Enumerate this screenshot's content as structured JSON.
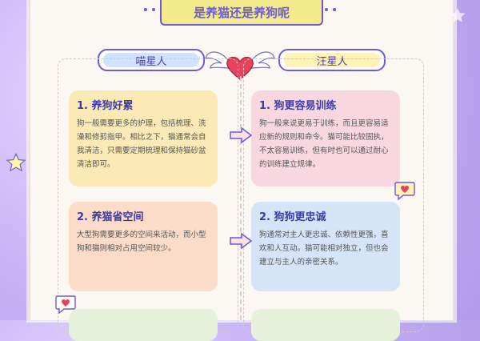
{
  "banner": {
    "title": "是养猫还是养狗呢"
  },
  "headers": {
    "left": "喵星人",
    "right": "汪星人"
  },
  "cards": {
    "left1": {
      "title": "1. 养狗好累",
      "body": "狗一般需要更多的护理，包括梳理、洗澡和修剪指甲。相比之下，猫通常会自我清洁，只需要定期梳理和保持猫砂盆清洁即可。"
    },
    "left2": {
      "title": "2. 养猫省空间",
      "body": "大型狗需要更多的空间来活动，而小型狗和猫则相对占用空间较少。"
    },
    "right1": {
      "title": "1. 狗更容易训练",
      "body": "狗一般来说更易于训练，而且更容易适应新的规则和命令。猫可能比较固执，不太容易训练，但有时也可以通过耐心的训练建立规律。"
    },
    "right2": {
      "title": "2. 狗狗更忠诚",
      "body": "狗通常对主人更忠诚、依赖性更强，喜欢和人互动。猫可能相对独立，但也会建立与主人的亲密关系。"
    }
  },
  "colors": {
    "accent": "#6d5bd0",
    "banner_bg": "#f2ea8b",
    "heart": "#e8425f"
  },
  "icons": [
    "winged-heart-icon",
    "arrow-right-icon",
    "chat-heart-icon",
    "star-icon"
  ]
}
